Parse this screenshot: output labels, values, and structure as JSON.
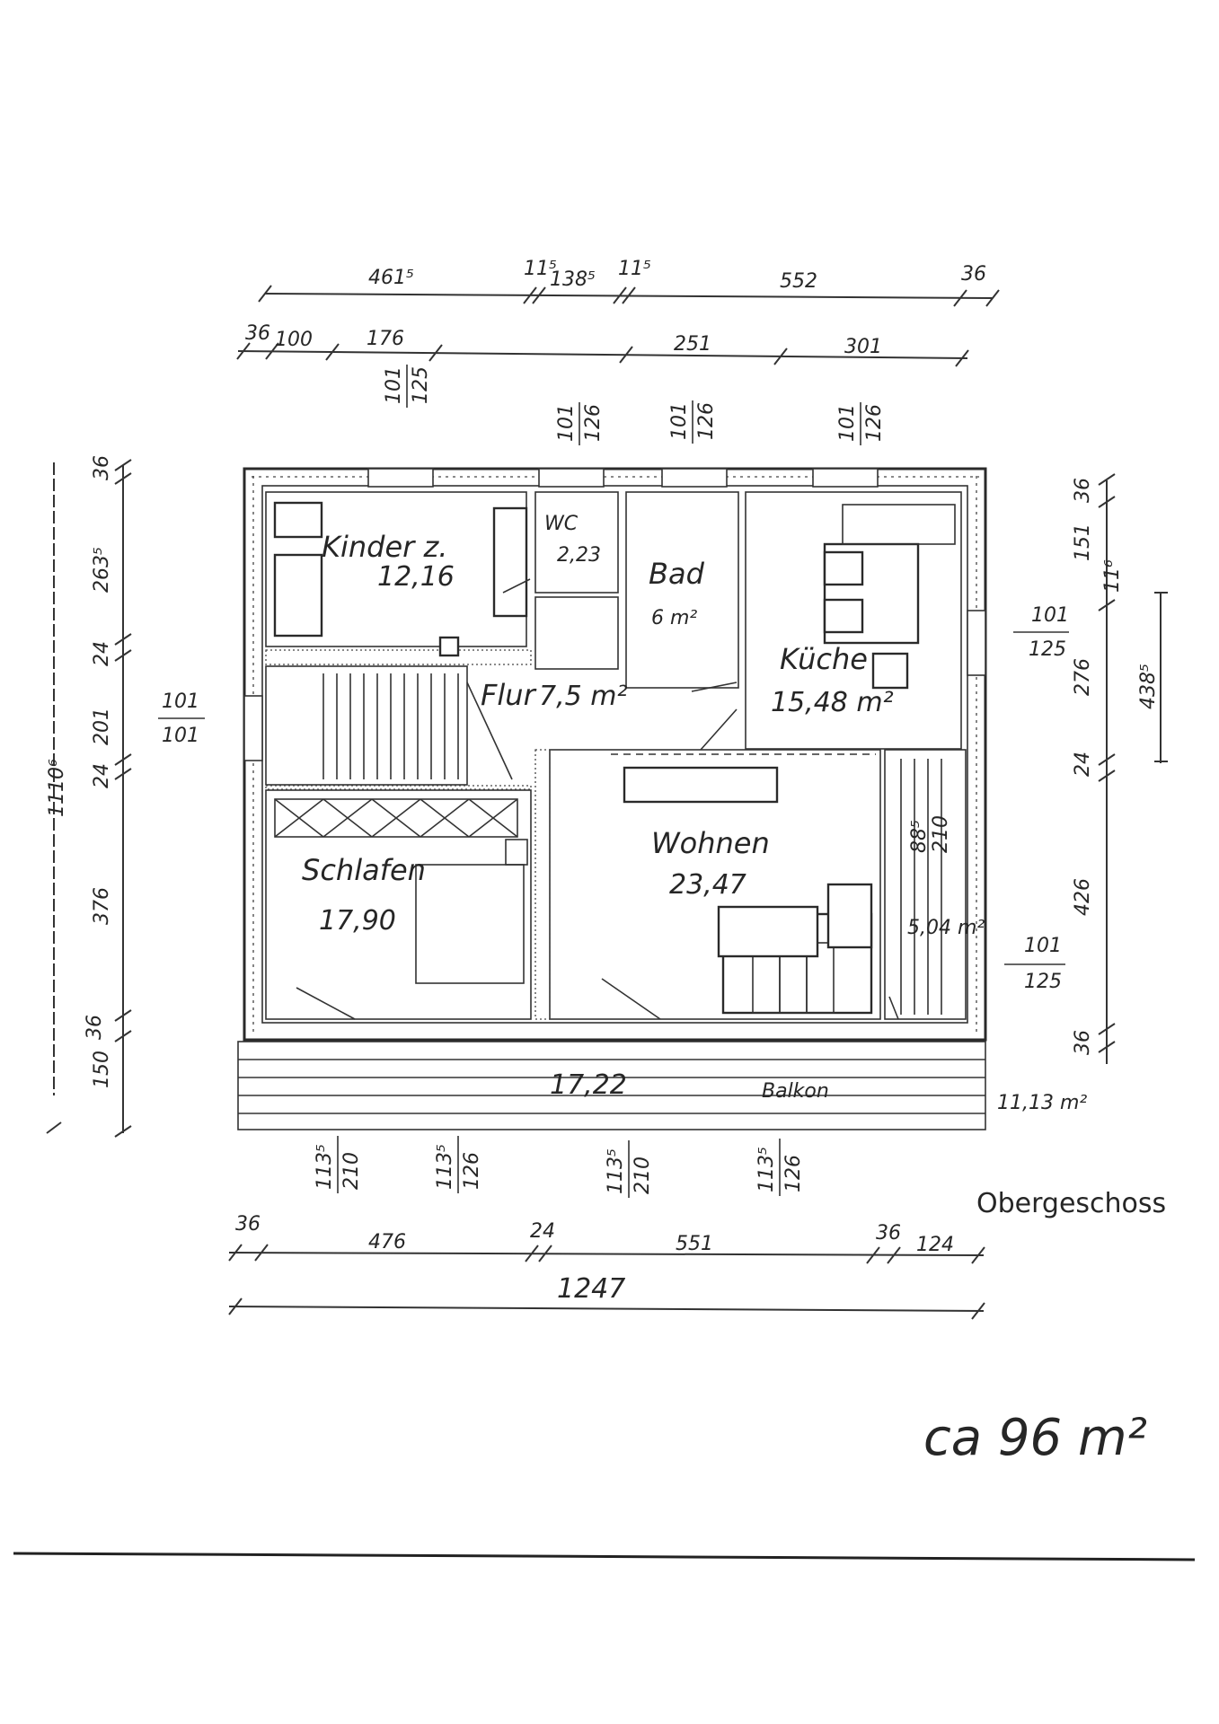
{
  "title": "Obergeschoss",
  "total_area": "ca 96 m²",
  "rooms": {
    "kinderzimmer": {
      "label": "Kinder z.",
      "area": "12,16"
    },
    "wc": {
      "label": "WC",
      "area": "2,23"
    },
    "bad": {
      "label": "Bad",
      "area": "6 m²"
    },
    "kueche": {
      "label": "Küche",
      "area": "15,48 m²"
    },
    "flur": {
      "label": "Flur",
      "area": "7,5 m²"
    },
    "wohnen": {
      "label": "Wohnen",
      "area": "23,47"
    },
    "schlafen": {
      "label": "Schlafen",
      "area": "17,90"
    },
    "balkon": {
      "label": "Balkon",
      "area": "17,22"
    },
    "loggia": {
      "area": "5,04 m²"
    },
    "terrasse_note": {
      "area": "11,13 m²"
    }
  },
  "dims_top_outer": [
    "461⁵",
    "11⁵",
    "138⁵",
    "11⁵",
    "552",
    "36"
  ],
  "dims_top_inner": [
    "36",
    "100",
    "176",
    "251",
    "301"
  ],
  "windows_top": [
    {
      "a": "101",
      "b": "125"
    },
    {
      "a": "101",
      "b": "126"
    },
    {
      "a": "101",
      "b": "126"
    },
    {
      "a": "101",
      "b": "126"
    }
  ],
  "dims_left_inner": [
    "36",
    "263⁵",
    "24",
    "201",
    "24",
    "376",
    "36",
    "150"
  ],
  "dim_left_total": "1110⁶",
  "window_left": {
    "a": "101",
    "b": "101"
  },
  "dims_right": [
    "36",
    "151",
    "11⁶",
    "276",
    "24",
    "426",
    "36"
  ],
  "dim_right_total": "438⁵",
  "window_right_1": {
    "a": "101",
    "b": "125"
  },
  "window_right_2": {
    "a": "101",
    "b": "125"
  },
  "loggia_dims": {
    "a": "88⁵",
    "b": "210"
  },
  "windows_bottom": [
    {
      "a": "113⁵",
      "b": "210"
    },
    {
      "a": "113⁵",
      "b": "126"
    },
    {
      "a": "113⁵",
      "b": "210"
    },
    {
      "a": "113⁵",
      "b": "126"
    }
  ],
  "dims_bottom_inner": [
    "36",
    "476",
    "24",
    "551",
    "36",
    "124"
  ],
  "dim_bottom_total": "1247"
}
